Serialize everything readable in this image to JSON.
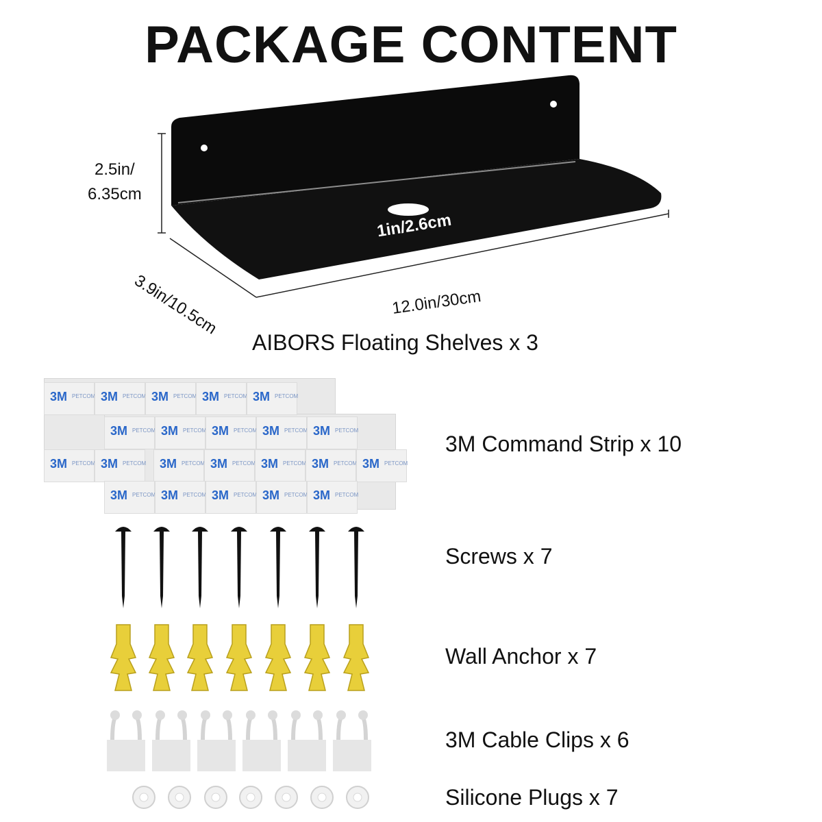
{
  "title": "PACKAGE CONTENT",
  "shelf": {
    "height_label_line1": "2.5in/",
    "height_label_line2": "6.35cm",
    "depth_label": "3.9in/10.5cm",
    "width_label": "12.0in/30cm",
    "lip_label": "1in/2.6cm",
    "caption": "AIBORS Floating Shelves x 3"
  },
  "strip_tile_logo": "3M",
  "strip_tile_sub": "PETCOM",
  "items": [
    {
      "label": "3M Command Strip x 10"
    },
    {
      "label": "Screws x 7"
    },
    {
      "label": "Wall Anchor x 7"
    },
    {
      "label": "3M Cable Clips x 6"
    },
    {
      "label": "Silicone Plugs x 7"
    }
  ],
  "colors": {
    "shelf": "#0b0b0b",
    "strip_logo": "#2a67c9",
    "anchor": "#e8cf3a",
    "clip": "#e6e6e6"
  }
}
